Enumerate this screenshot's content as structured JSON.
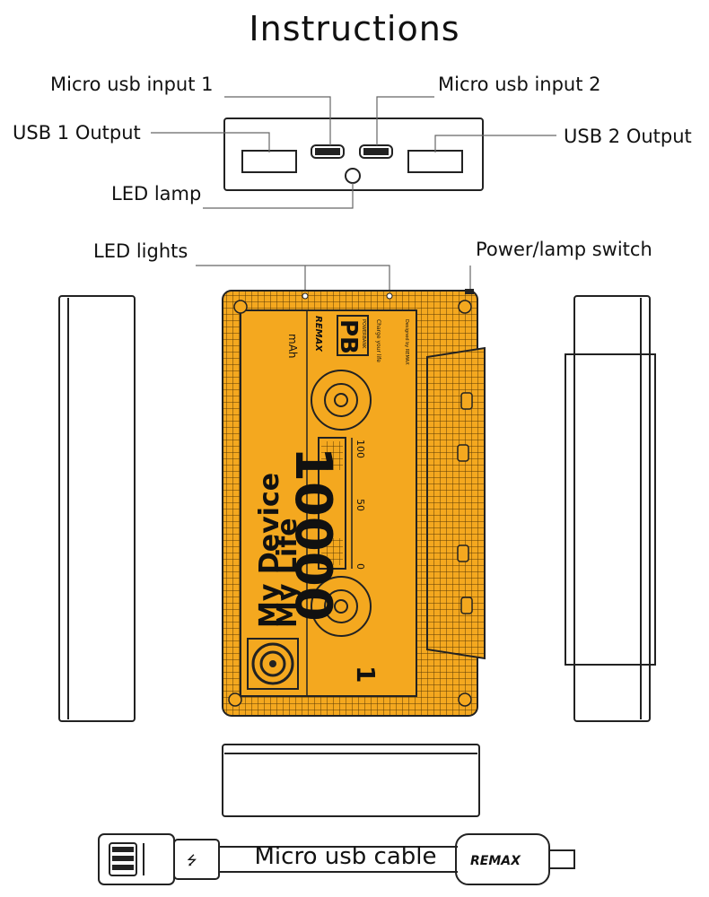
{
  "title": "Instructions",
  "labels": {
    "micro_usb_input_1": "Micro usb input 1",
    "micro_usb_input_2": "Micro usb input 2",
    "usb_1_output": "USB 1 Output",
    "usb_2_output": "USB 2 Output",
    "led_lamp": "LED lamp",
    "led_lights": "LED lights",
    "power_lamp_switch": "Power/lamp switch",
    "micro_usb_cable": "Micro usb cable"
  },
  "cassette": {
    "capacity": "10000",
    "unit": "mAh",
    "brand": "REMAX",
    "badge": "PB",
    "badge_sub": "POWERBANK",
    "tagline": "Charge your life",
    "designed": "Designed by REMAX",
    "slogan_line1": "My Device",
    "slogan_line2": "My Life",
    "side_number": "1",
    "scale_100": "100",
    "scale_50": "50",
    "scale_0": "0"
  },
  "cable": {
    "brand": "REMAX",
    "usb_symbol": "⭍"
  },
  "colors": {
    "cassette_fill": "#f4a81f",
    "outline": "#222222"
  }
}
